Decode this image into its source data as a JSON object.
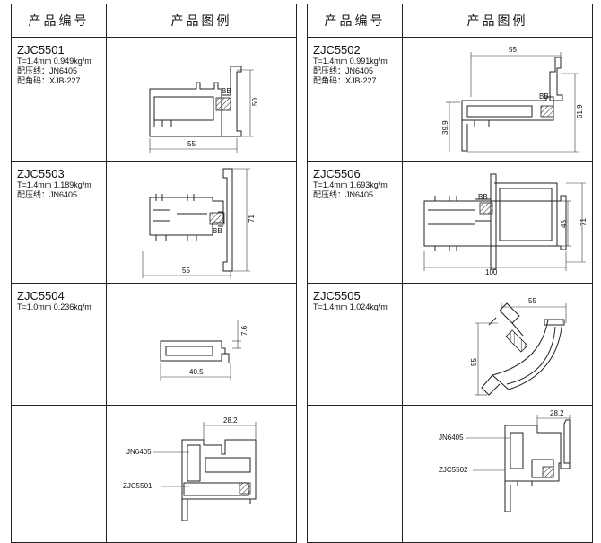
{
  "headers": {
    "code": "产品编号",
    "figure": "产品图例"
  },
  "left": [
    {
      "code": "ZJC5501",
      "spec": "T=1.4mm  0.949kg/m",
      "notes": [
        "配压线：JN6405",
        "配角码：XJB-227"
      ]
    },
    {
      "code": "ZJC5503",
      "spec": "T=1.4mm  1.189kg/m",
      "notes": [
        "配压线：JN6405"
      ]
    },
    {
      "code": "ZJC5504",
      "spec": "T=1.0mm  0.236kg/m",
      "notes": []
    },
    {
      "code": "",
      "spec": "",
      "notes": []
    }
  ],
  "right": [
    {
      "code": "ZJC5502",
      "spec": "T=1.4mm  0.991kg/m",
      "notes": [
        "配压线：JN6405",
        "配角码：XJB-227"
      ]
    },
    {
      "code": "ZJC5506",
      "spec": "T=1.4mm  1.693kg/m",
      "notes": [
        "配压线：JN6405"
      ]
    },
    {
      "code": "ZJC5505",
      "spec": "T=1.4mm  1.024kg/m",
      "notes": []
    },
    {
      "code": "",
      "spec": "",
      "notes": []
    }
  ],
  "dims": {
    "zjc5501": {
      "width": "55",
      "height": "50",
      "tag": "BB"
    },
    "zjc5502": {
      "width": "55",
      "height": "61.9",
      "left": "39.9",
      "tag": "BB"
    },
    "zjc5503": {
      "width": "55",
      "height": "71",
      "tag": "BB"
    },
    "zjc5506": {
      "width": "100",
      "height": "71",
      "inner": "45",
      "tag": "BB"
    },
    "zjc5504": {
      "width": "40.5",
      "height": "7.6"
    },
    "zjc5505": {
      "width": "55",
      "height": "55"
    },
    "combo_left": {
      "dim": "28.2",
      "label1": "JN6405",
      "label2": "ZJC5501"
    },
    "combo_right": {
      "dim": "28.2",
      "label1": "JN6405",
      "label2": "ZJC5502"
    }
  }
}
